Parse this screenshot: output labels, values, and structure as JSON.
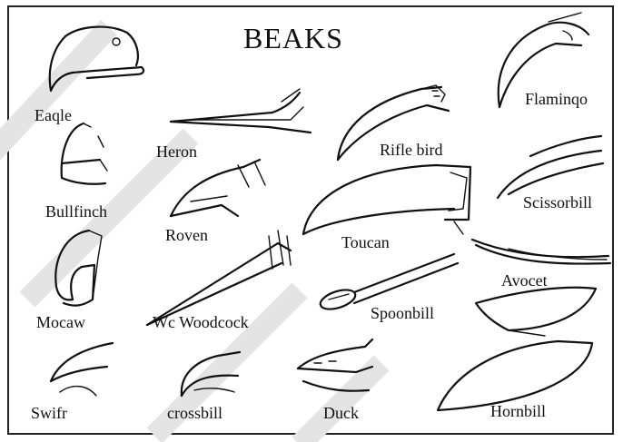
{
  "title": "BEAKS",
  "labels": {
    "eagle": "Eaqle",
    "heron": "Heron",
    "rifle_bird": "Rifle bird",
    "flamingo": "Flaminqo",
    "bullfinch": "Bullfinch",
    "raven": "Roven",
    "toucan": "Toucan",
    "scissorbill": "Scissorbill",
    "macaw": "Mocaw",
    "woodcock": "Wc Woodcock",
    "spoonbill": "Spoonbill",
    "avocet": "Avocet",
    "swift": "Swifr",
    "crossbill": "crossbill",
    "duck": "Duck",
    "hornbill": "Hornbill"
  },
  "colors": {
    "ink": "#111111",
    "watermark": "#e4e4e4",
    "background": "#ffffff"
  }
}
